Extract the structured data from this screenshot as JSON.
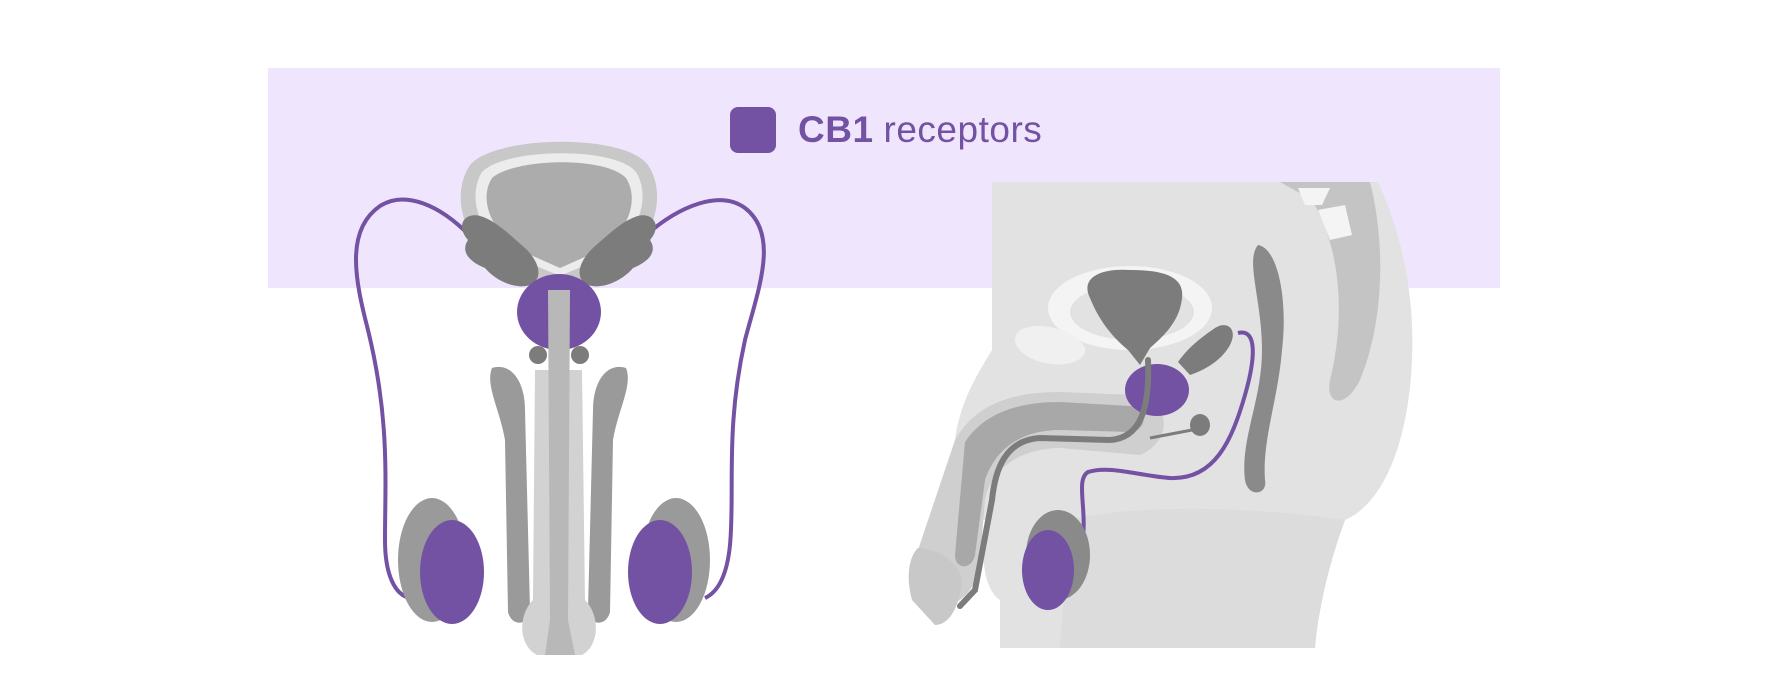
{
  "legend": {
    "bold_text": "CB1",
    "text": "receptors",
    "swatch_color": "#7351a3"
  },
  "colors": {
    "band": "#efe6fd",
    "receptor": "#7351a3",
    "tissue_light": "#e2e2e2",
    "tissue_mid": "#b0b0b0",
    "tissue_dark": "#7c7c7c",
    "highlight": "#f2f2f2"
  },
  "views": [
    {
      "name": "front-view",
      "receptor_sites": [
        "prostate",
        "left-testis",
        "right-testis",
        "left-vas-deferens",
        "right-vas-deferens"
      ]
    },
    {
      "name": "side-view",
      "receptor_sites": [
        "prostate",
        "testis",
        "vas-deferens"
      ]
    }
  ]
}
